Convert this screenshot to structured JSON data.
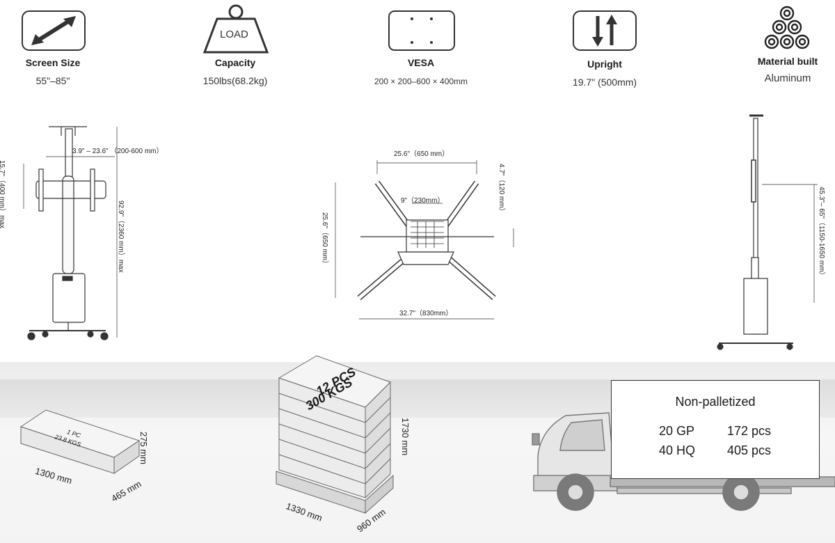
{
  "specs": {
    "screen_size": {
      "label": "Screen Size",
      "value": "55\"–85\"",
      "icon": "diagonal-arrow-icon"
    },
    "capacity": {
      "label": "Capacity",
      "value": "150lbs(68.2kg)",
      "icon_text": "LOAD",
      "icon": "weight-icon"
    },
    "vesa": {
      "label": "VESA",
      "value": "200 × 200–600 × 400mm",
      "icon": "vesa-plate-icon"
    },
    "upright": {
      "label": "Upright",
      "value": "19.7\" (500mm)",
      "icon": "up-down-arrows-icon"
    },
    "material": {
      "label": "Material built",
      "value": "Aluminum",
      "icon": "coils-stack-icon"
    }
  },
  "front_view": {
    "vesa_width": "3.9\" – 23.6\" （200-600 mm）",
    "vesa_height": "15.7\"（400 mm）max",
    "total_height": "92.9\"（2360 mm）max"
  },
  "top_view": {
    "top_width": "25.6\"（650 mm）",
    "arm_height": "4.7\"（120 mm）",
    "center_width": "9\"（230mm）",
    "depth": "25.6\"（650 mm）",
    "base_width": "32.7\"（830mm）"
  },
  "side_view": {
    "height_range": "45.3\"– 65\"（1150-1650 mm）"
  },
  "single_box": {
    "qty": "1 PC",
    "weight": "23.8 KGS",
    "length": "1300 mm",
    "width": "465 mm",
    "height": "275 mm"
  },
  "pallet": {
    "qty": "12 PCS",
    "weight": "300 KGS",
    "length": "1330 mm",
    "width": "960 mm",
    "height": "1730 mm"
  },
  "shipping": {
    "title": "Non-palletized",
    "rows": [
      {
        "container": "20 GP",
        "qty": "172 pcs"
      },
      {
        "container": "40 HQ",
        "qty": "405 pcs"
      }
    ]
  }
}
